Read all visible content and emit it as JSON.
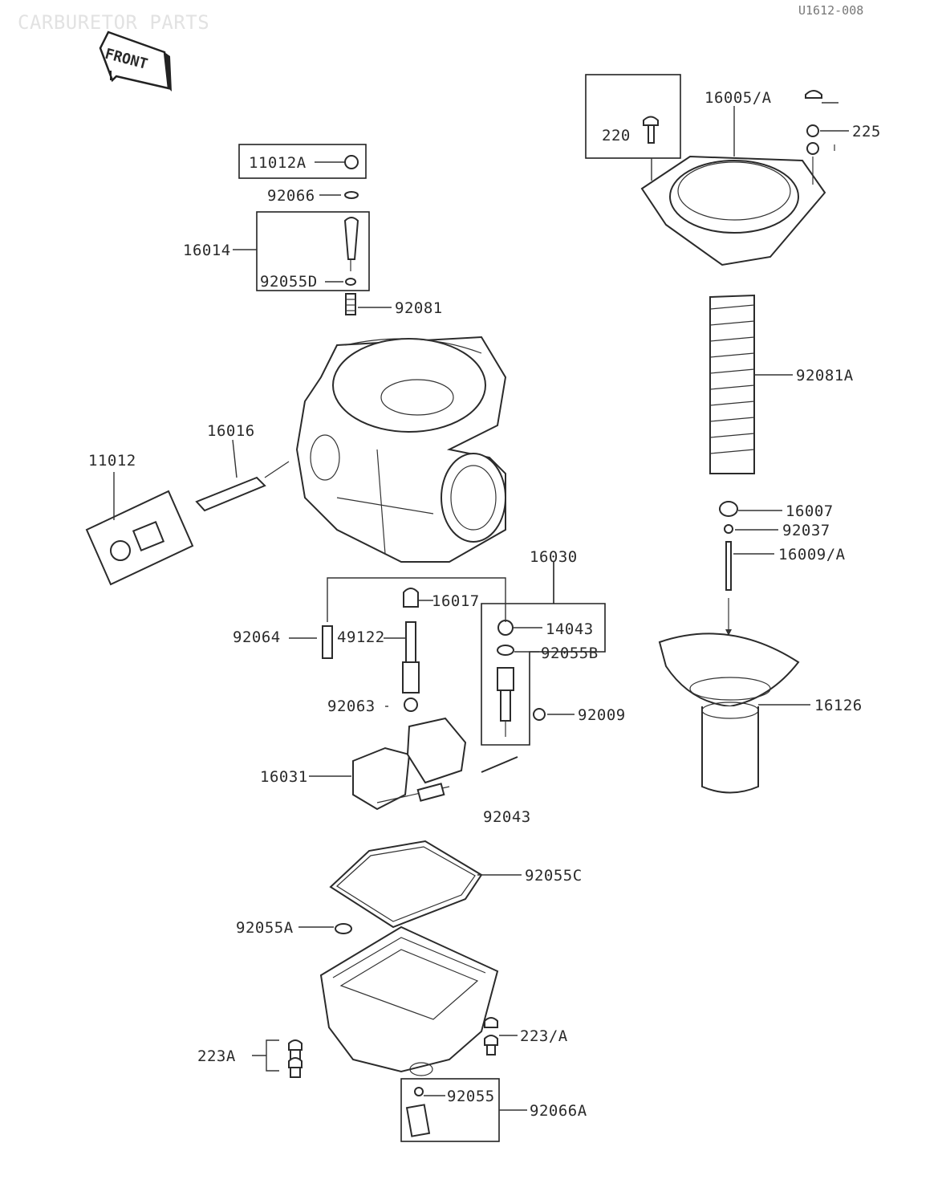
{
  "header": {
    "title": "CARBURETOR PARTS",
    "code": "U1612-008"
  },
  "front_badge": "FRONT",
  "parts": {
    "p11012A": "11012A",
    "p92066": "92066",
    "p16014": "16014",
    "p92055D": "92055D",
    "p92081": "92081",
    "p16016": "16016",
    "p11012": "11012",
    "p220": "220",
    "p16005A": "16005/A",
    "p225": "225",
    "p92081A": "92081A",
    "p16007": "16007",
    "p92037": "92037",
    "p16009A": "16009/A",
    "p16126": "16126",
    "p16030": "16030",
    "p16017": "16017",
    "p14043": "14043",
    "p92055B": "92055B",
    "p92064": "92064",
    "p49122": "49122",
    "p92063": "92063",
    "p92009": "92009",
    "p16031": "16031",
    "p92043": "92043",
    "p92055C": "92055C",
    "p92055A": "92055A",
    "p223A": "223A",
    "p223A2": "223/A",
    "p92055": "92055",
    "p92066A": "92066A"
  }
}
